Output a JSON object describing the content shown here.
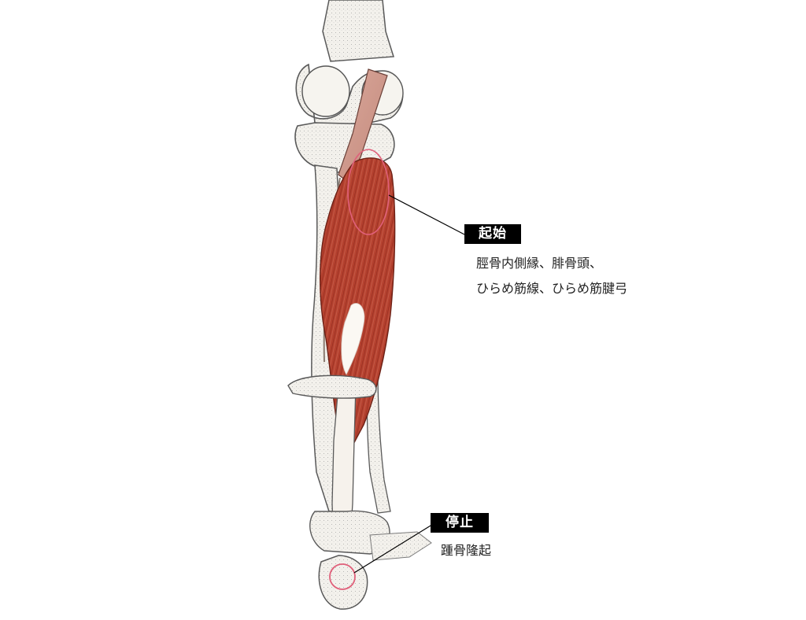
{
  "origin": {
    "badge": "起始",
    "lines": [
      "脛骨内側縁、腓骨頭、",
      "ひらめ筋線、ひらめ筋腱弓"
    ]
  },
  "insertion": {
    "badge": "停止",
    "lines": [
      "踵骨隆起"
    ]
  },
  "colors": {
    "bone_fill": "#f3f1ec",
    "bone_stroke": "#5a5a5a",
    "muscle": "#b5412f",
    "muscle_dark": "#8f2a1d",
    "tendon": "#f5efe8",
    "highlight_circle": "#e0607a",
    "leader_line": "#000000"
  }
}
